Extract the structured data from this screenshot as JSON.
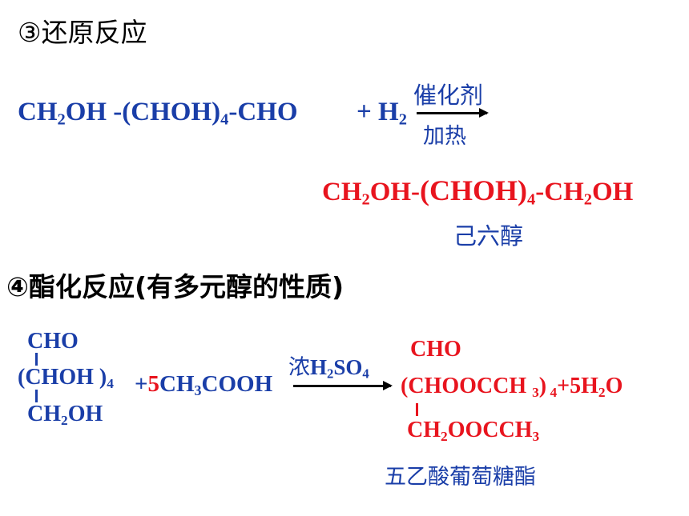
{
  "section3": {
    "title": "③还原反应",
    "reactant_main": "CH",
    "reactant_sub1": "2",
    "reactant_mid": "OH -(CHOH)",
    "reactant_sub2": "4",
    "reactant_end": "-CHO",
    "plus_h": "+ H",
    "plus_h_sub": "2",
    "catalyst": "催化剂",
    "condition": "加热",
    "product_a": "CH",
    "product_a_sub": "2",
    "product_b": "OH-",
    "product_c": "(CHOH)",
    "product_c_sub": "4",
    "product_d": "-CH",
    "product_d_sub": "2",
    "product_e": "OH",
    "product_name": "己六醇"
  },
  "section4": {
    "title": "④酯化反应(有多元醇的性质)",
    "glucose_top": "CHO",
    "glucose_mid": "(CHOH )",
    "glucose_mid_sub": "4",
    "glucose_bottom": "CH",
    "glucose_bottom_sub": "2",
    "glucose_bottom_end": "OH",
    "plus": "+",
    "coef": "5",
    "acid_a": "CH",
    "acid_sub": "3",
    "acid_b": "COOH",
    "catalyst_cn": "浓",
    "catalyst_a": "H",
    "catalyst_sub1": "2",
    "catalyst_b": "SO",
    "catalyst_sub2": "4",
    "ester_top": "CHO",
    "ester_mid": "(CHOOCCH ",
    "ester_mid_sub1": "3",
    "ester_mid_close": ")",
    "ester_mid_sub2": " 4",
    "ester_plus": "+",
    "water_coef": "5",
    "water_a": "H",
    "water_sub": "2",
    "water_b": "O",
    "ester_bottom_a": "CH",
    "ester_bottom_sub1": "2",
    "ester_bottom_b": "OOCCH",
    "ester_bottom_sub2": "3",
    "ester_name": "五乙酸葡萄糖酯"
  },
  "colors": {
    "blue": "#1a3ea8",
    "red": "#e8141e",
    "black": "#000000"
  }
}
